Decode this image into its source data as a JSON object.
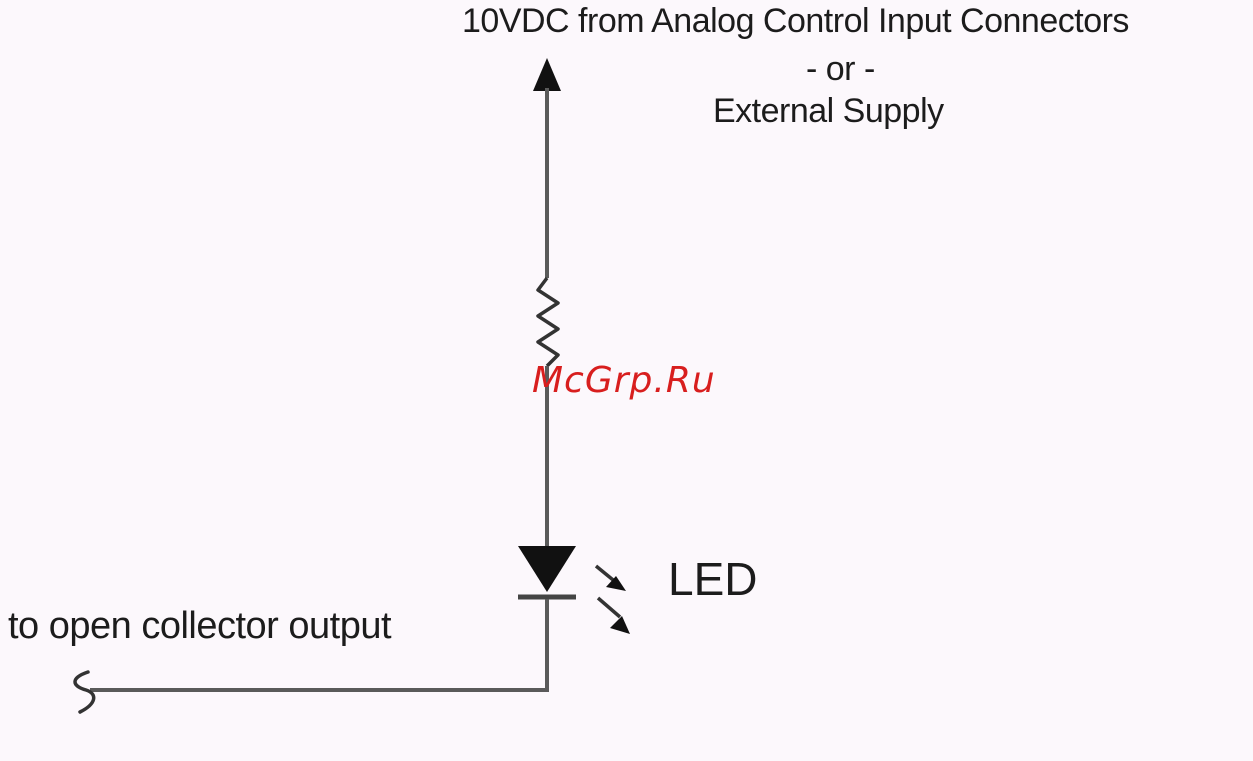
{
  "supply_label": {
    "line1": "10VDC from Analog Control Input Connectors",
    "line2": "- or -",
    "line3": "External Supply"
  },
  "led_label": "LED",
  "output_label": "to open collector output",
  "watermark": "McGrp.Ru",
  "colors": {
    "background": "#fcf8fc",
    "wire": "#5a5a5a",
    "text": "#1c1c1c",
    "watermark": "#d81e1e"
  }
}
